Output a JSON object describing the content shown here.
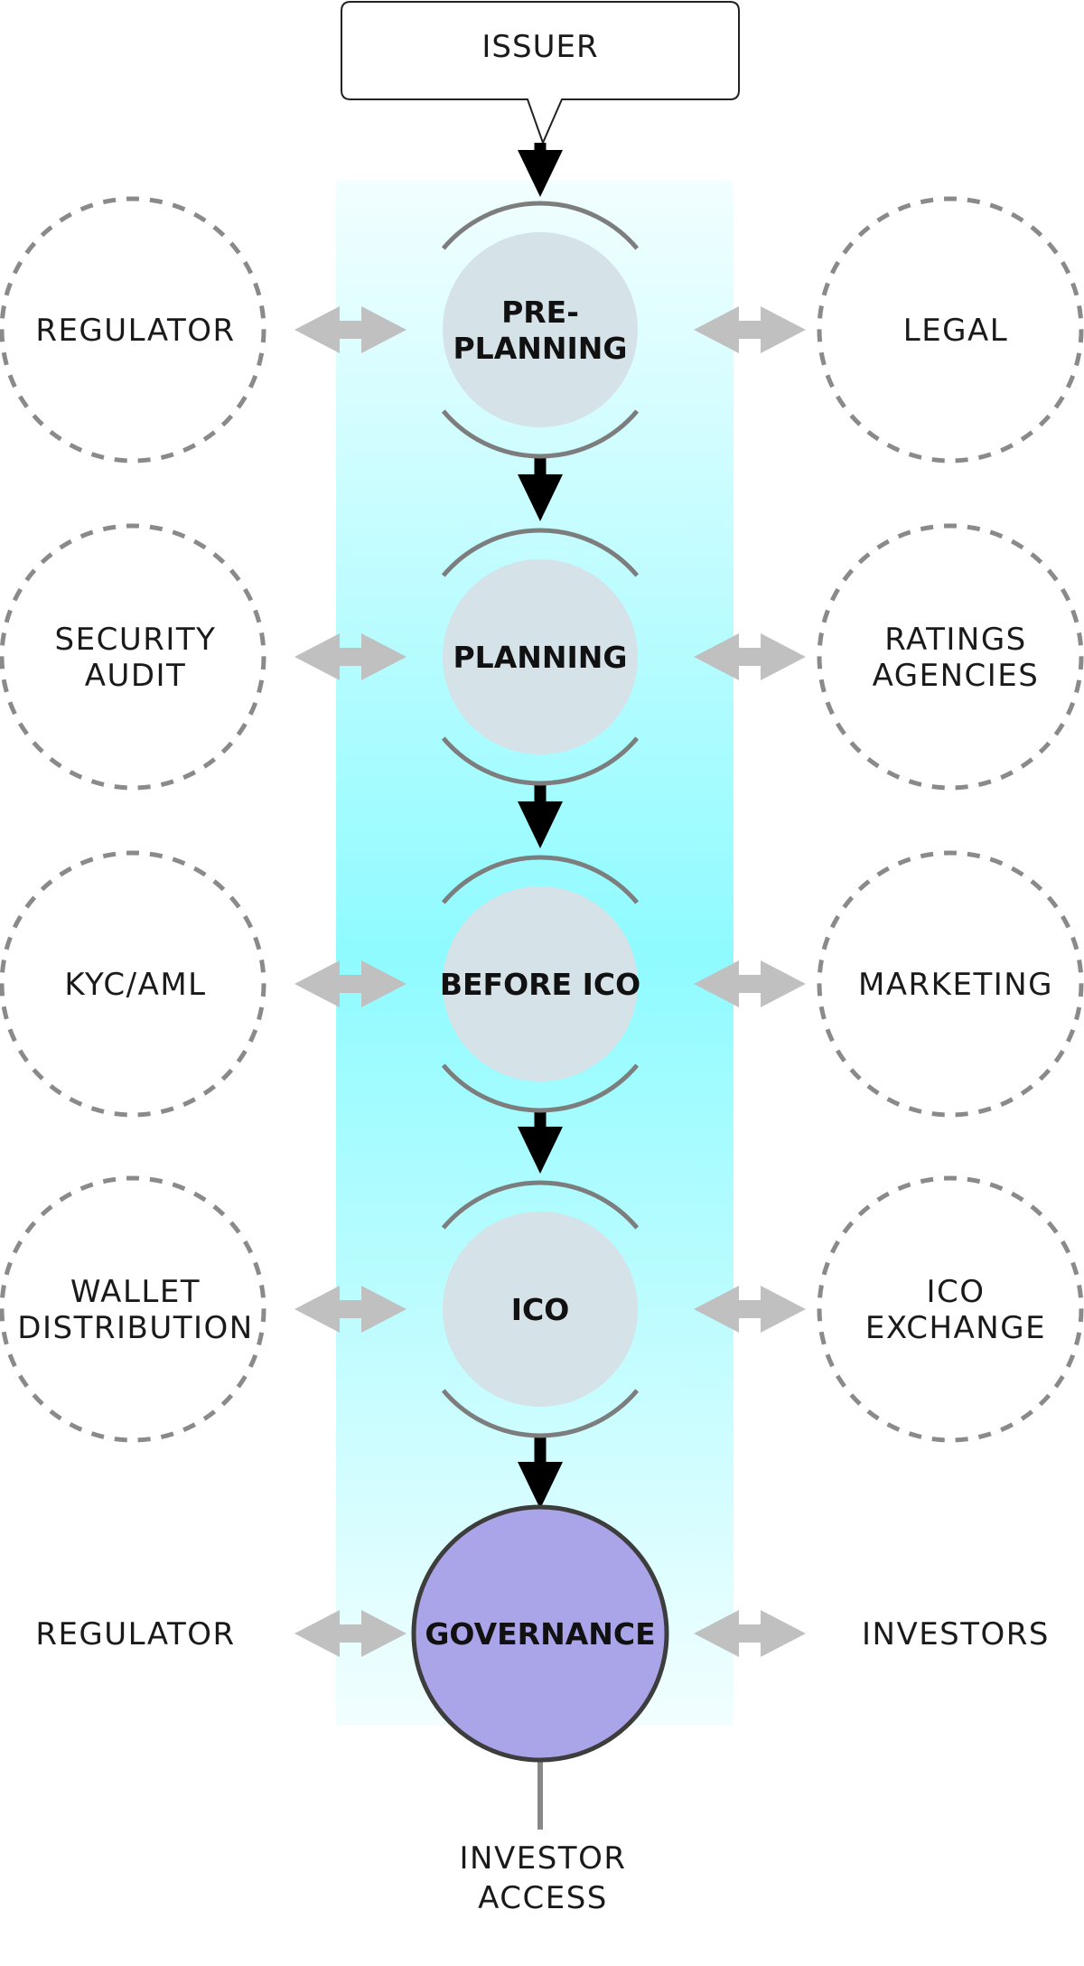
{
  "issuer": {
    "label": "ISSUER"
  },
  "stages": [
    {
      "label_lines": [
        "PRE-",
        "PLANNING"
      ]
    },
    {
      "label_lines": [
        "PLANNING"
      ]
    },
    {
      "label_lines": [
        "BEFORE ICO"
      ]
    },
    {
      "label_lines": [
        "ICO"
      ]
    },
    {
      "label_lines": [
        "GOVERNANCE"
      ]
    }
  ],
  "left_participants": [
    {
      "label_lines": [
        "REGULATOR"
      ]
    },
    {
      "label_lines": [
        "SECURITY",
        "AUDIT"
      ]
    },
    {
      "label_lines": [
        "KYC/AML"
      ]
    },
    {
      "label_lines": [
        "WALLET",
        "DISTRIBUTION"
      ]
    },
    {
      "label_lines": [
        "REGULATOR"
      ]
    }
  ],
  "right_participants": [
    {
      "label_lines": [
        "LEGAL"
      ]
    },
    {
      "label_lines": [
        "RATINGS",
        "AGENCIES"
      ]
    },
    {
      "label_lines": [
        "MARKETING"
      ]
    },
    {
      "label_lines": [
        "ICO",
        "EXCHANGE"
      ]
    },
    {
      "label_lines": [
        "INVESTORS"
      ]
    }
  ],
  "output": {
    "label_lines": [
      "INVESTOR",
      "ACCESS"
    ]
  },
  "colors": {
    "band_edge": "#f2feff",
    "band_center": "#8ffbff",
    "stage_fill": "#d5e2e8",
    "governance_fill": "#aaa5e8",
    "arc_stroke": "#7d7d7d",
    "dashed_stroke": "#8a8a8a",
    "side_arrow": "#c0c0c0",
    "flow_arrow": "#000000"
  }
}
